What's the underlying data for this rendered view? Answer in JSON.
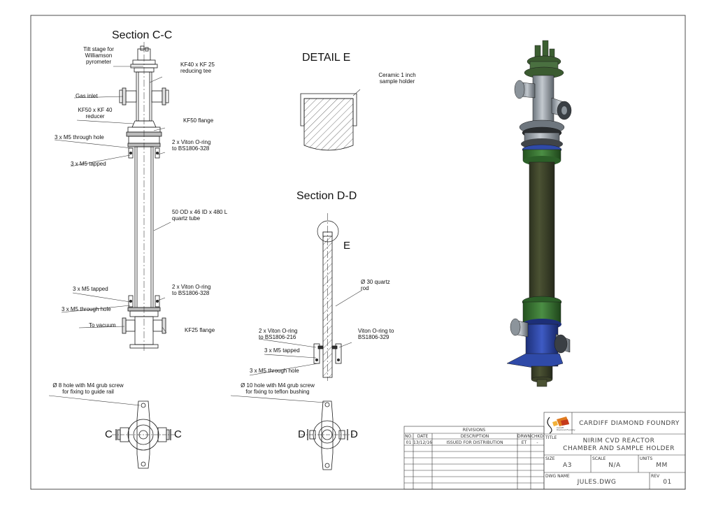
{
  "section_cc": {
    "title": "Section C-C",
    "labels": {
      "tilt_stage": "Tilt stage for\nWilliamson\npyrometer",
      "reducing_tee": "KF40 x KF 25\nreducing tee",
      "gas_inlet": "Gas inlet",
      "kf_reducer": "KF50 x KF 40\nreducer",
      "kf50_flange": "KF50 flange",
      "through_hole_top": "3 x M5 through hole",
      "oring_top": "2 x Viton O-ring\nto BS1806-328",
      "tapped_top": "3 x M5 tapped",
      "quartz_tube": "50 OD x 46 ID x 480 L\nquartz tube",
      "tapped_bottom": "3 x M5 tapped",
      "oring_bottom": "2 x Viton O-ring\nto BS1806-328",
      "through_hole_bottom": "3 x M5 through hole",
      "to_vacuum": "To vacuum",
      "kf25_flange": "KF25 flange"
    }
  },
  "detail_e": {
    "title": "DETAIL E",
    "label": "Ceramic 1 inch\nsample holder"
  },
  "section_dd": {
    "title": "Section D-D",
    "marker": "E",
    "labels": {
      "quartz_rod": "Ø 30 quartz\nrod",
      "oring_216": "2 x Viton O-ring\nto BS1806-216",
      "oring_329": "Viton O-ring to\nBS1806-329",
      "tapped": "3 x M5 tapped",
      "through_hole": "3 x M5 through hole"
    }
  },
  "plan_views": {
    "c": {
      "note": "Ø 8 hole with M4 grub screw\nfor fixing to guide rail",
      "left": "C",
      "right": "C"
    },
    "d": {
      "note": "Ø 10 hole with M4 grub screw\nfor fixing to teflon bushing",
      "left": "D",
      "right": "D"
    }
  },
  "revisions": {
    "title": "REVISIONS",
    "headers": [
      "NO.",
      "DATE",
      "DESCRIPTION",
      "DRWN",
      "CHKD"
    ],
    "rows": [
      [
        "01",
        "13/12/16",
        "ISSUED FOR DISTRIBUTION",
        "ET",
        "-"
      ]
    ]
  },
  "title_block": {
    "company": "CARDIFF DIAMOND FOUNDRY",
    "logo_text": "Cardiff\nDiamond Foundry",
    "title_label": "TITLE",
    "title_line1": "NIRIM CVD REACTOR",
    "title_line2": "CHAMBER AND SAMPLE HOLDER",
    "size_label": "SIZE",
    "size": "A3",
    "scale_label": "SCALE",
    "scale": "N/A",
    "units_label": "UNITS",
    "units": "MM",
    "dwg_label": "DWG NAME",
    "dwg": "JULES.DWG",
    "rev_label": "REV",
    "rev": "01"
  },
  "colors": {
    "line": "#1a1a1a",
    "gray_part": "#9aa3ab",
    "dark_olive": "#3c4229",
    "green": "#3f7d3a",
    "blue": "#2f4aa8"
  }
}
